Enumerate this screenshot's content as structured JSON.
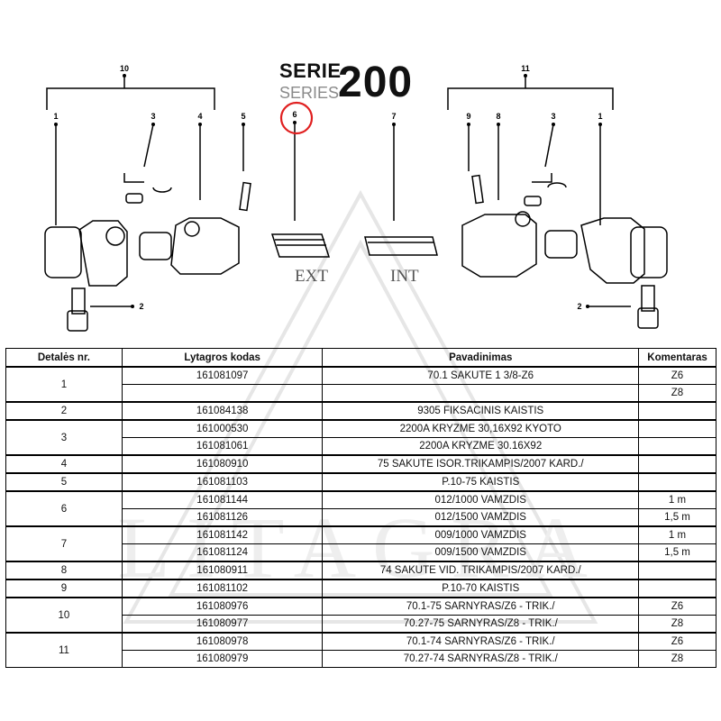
{
  "title": {
    "serie": "SERIE",
    "series": "SERIES",
    "number": "200"
  },
  "diagram": {
    "callouts": [
      "10",
      "1",
      "3",
      "4",
      "5",
      "6",
      "7",
      "9",
      "8",
      "3",
      "1",
      "11",
      "2",
      "2"
    ],
    "labels": {
      "ext": "EXT",
      "int": "INT"
    },
    "highlight_color": "#e02020"
  },
  "watermark": {
    "text": "LITAGRA"
  },
  "table": {
    "headers": [
      "Detalės nr.",
      "Lytagros kodas",
      "Pavadinimas",
      "Komentaras"
    ],
    "groups": [
      {
        "nr": "1",
        "rows": [
          {
            "code": "161081097",
            "name": "70.1 SAKUTE 1 3/8-Z6",
            "comment": "Z6"
          },
          {
            "code": "",
            "name": "",
            "comment": "Z8"
          }
        ]
      },
      {
        "nr": "2",
        "rows": [
          {
            "code": "161084138",
            "name": "9305 FIKSACINIS KAISTIS",
            "comment": ""
          }
        ]
      },
      {
        "nr": "3",
        "rows": [
          {
            "code": "161000530",
            "name": "2200A KRYZME 30,16X92 KYOTO",
            "comment": ""
          },
          {
            "code": "161081061",
            "name": "2200A KRYZME 30.16X92",
            "comment": ""
          }
        ]
      },
      {
        "nr": "4",
        "rows": [
          {
            "code": "161080910",
            "name": "75 SAKUTE ISOR.TRIKAMPIS/2007 KARD./",
            "comment": ""
          }
        ]
      },
      {
        "nr": "5",
        "rows": [
          {
            "code": "161081103",
            "name": "P.10-75 KAISTIS",
            "comment": ""
          }
        ]
      },
      {
        "nr": "6",
        "rows": [
          {
            "code": "161081144",
            "name": "012/1000 VAMZDIS",
            "comment": "1 m"
          },
          {
            "code": "161081126",
            "name": "012/1500 VAMZDIS",
            "comment": "1,5 m"
          }
        ]
      },
      {
        "nr": "7",
        "rows": [
          {
            "code": "161081142",
            "name": "009/1000 VAMZDIS",
            "comment": "1 m"
          },
          {
            "code": "161081124",
            "name": "009/1500 VAMZDIS",
            "comment": "1,5 m"
          }
        ]
      },
      {
        "nr": "8",
        "rows": [
          {
            "code": "161080911",
            "name": "74 SAKUTE VID. TRIKAMPIS/2007 KARD./",
            "comment": ""
          }
        ]
      },
      {
        "nr": "9",
        "rows": [
          {
            "code": "161081102",
            "name": "P.10-70 KAISTIS",
            "comment": ""
          }
        ]
      },
      {
        "nr": "10",
        "rows": [
          {
            "code": "161080976",
            "name": "70.1-75 SARNYRAS/Z6 - TRIK./",
            "comment": "Z6"
          },
          {
            "code": "161080977",
            "name": "70.27-75 SARNYRAS/Z8 - TRIK./",
            "comment": "Z8"
          }
        ]
      },
      {
        "nr": "11",
        "rows": [
          {
            "code": "161080978",
            "name": "70.1-74 SARNYRAS/Z6 - TRIK./",
            "comment": "Z6"
          },
          {
            "code": "161080979",
            "name": "70.27-74 SARNYRAS/Z8 - TRIK./",
            "comment": "Z8"
          }
        ]
      }
    ]
  }
}
